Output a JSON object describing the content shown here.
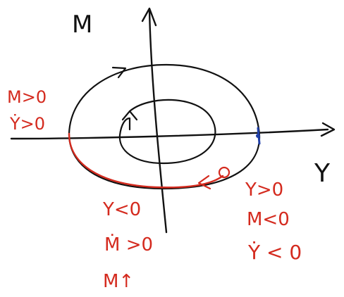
{
  "axes": {
    "y_label": "M",
    "x_label": "Y"
  },
  "annotations": {
    "left": {
      "line1": "M>0",
      "line2": "Ẏ>0"
    },
    "bottom": {
      "line1": "Y<0",
      "line2": "Ṁ >0",
      "line3": "M↑"
    },
    "right": {
      "line1": "Y>0",
      "line2": "M<0",
      "line3": "Ẏ < 0"
    }
  },
  "colors": {
    "ink_black": "#111111",
    "ink_red": "#d42a1e",
    "ink_blue": "#1f3fa8",
    "background": "#ffffff"
  }
}
